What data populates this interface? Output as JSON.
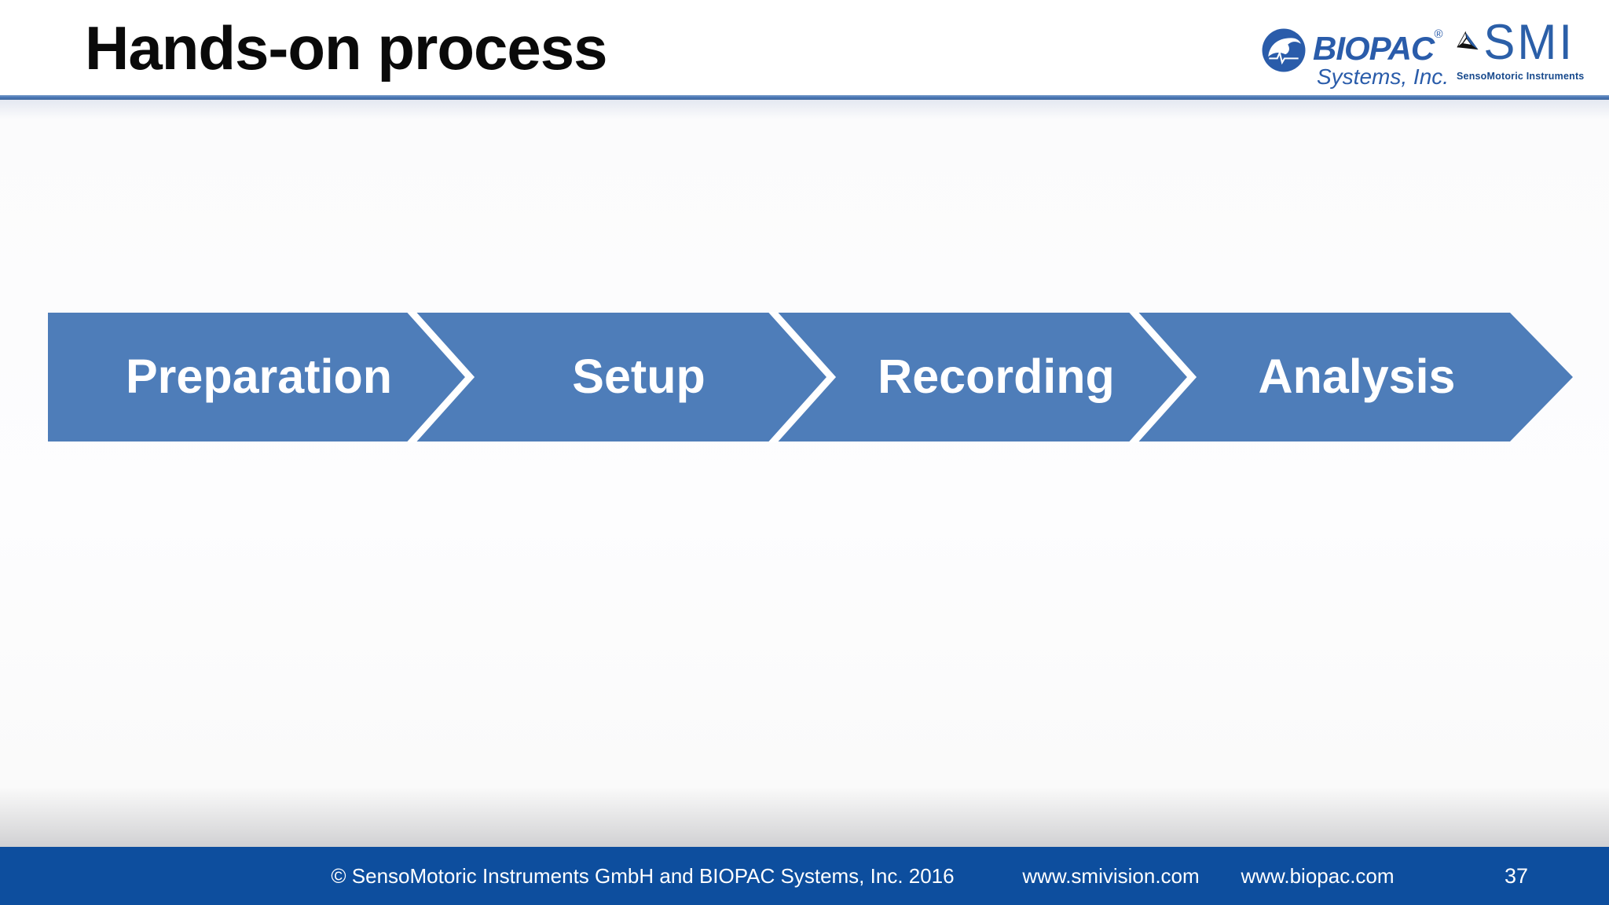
{
  "header": {
    "title": "Hands-on process"
  },
  "logos": {
    "biopac": {
      "name": "BIOPAC",
      "registered_mark": "®",
      "subtitle": "Systems, Inc.",
      "icon": "wave-in-circle-icon"
    },
    "smi": {
      "name": "SMI",
      "subtitle": "SensoMotoric Instruments",
      "icon": "triangle-icon"
    }
  },
  "process": {
    "type": "chevron-arrow-flow",
    "steps": [
      "Preparation",
      "Setup",
      "Recording",
      "Analysis"
    ]
  },
  "footer": {
    "copyright": "© SensoMotoric Instruments GmbH and BIOPAC Systems, Inc. 2016",
    "link_smi": "www.smivision.com",
    "link_biopac": "www.biopac.com",
    "page_number": "37"
  },
  "colors": {
    "chevron_blue": "#4e7db9",
    "footer_blue": "#0d4e9e",
    "header_rule_blue": "#4d7ab8",
    "biopac_logo_blue": "#2a5caa",
    "smi_text_blue": "#2b5fa8",
    "smi_tagline_blue": "#17498c",
    "step_text": "#ffffff",
    "title_text": "#0a0a0a"
  }
}
